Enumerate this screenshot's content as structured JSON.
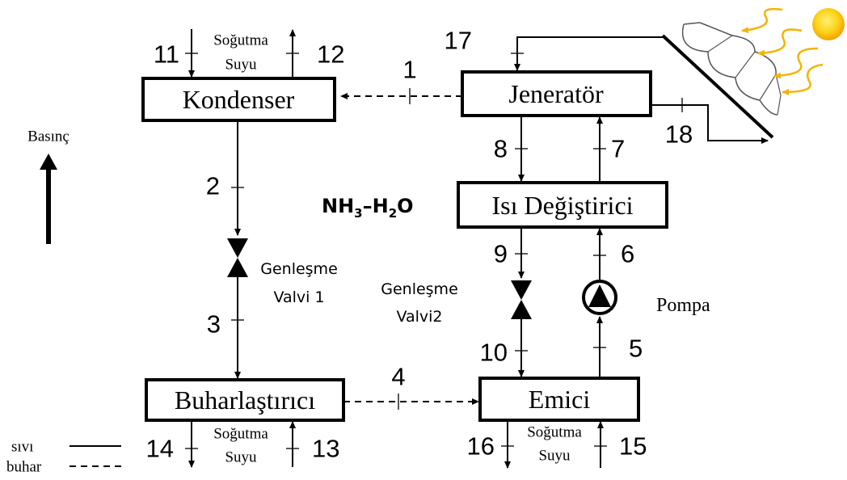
{
  "components": {
    "kondenser": "Kondenser",
    "jenerator": "Jeneratör",
    "isi_degistirici": "Isı Değiştirici",
    "buharlastirici": "Buharlaştırıcı",
    "emici": "Emici"
  },
  "streams": {
    "s1": "1",
    "s2": "2",
    "s3": "3",
    "s4": "4",
    "s5": "5",
    "s6": "6",
    "s7": "7",
    "s8": "8",
    "s9": "9",
    "s10": "10",
    "s11": "11",
    "s12": "12",
    "s13": "13",
    "s14": "14",
    "s15": "15",
    "s16": "16",
    "s17": "17",
    "s18": "18"
  },
  "cooling_water": {
    "line1": "Soğutma",
    "line2": "Suyu"
  },
  "valve1": {
    "line1": "Genleşme",
    "line2": "Valvi 1"
  },
  "valve2": {
    "line1": "Genleşme",
    "line2": "Valvi2"
  },
  "pump_label": "Pompa",
  "pressure_label": "Basınç",
  "fluid": {
    "nh": "NH",
    "sub3": "3",
    "dash": "–H",
    "sub2": "2",
    "o": "O"
  },
  "legend": {
    "liquid": "sıvı",
    "vapor": "buhar"
  },
  "colors": {
    "line": "#000000",
    "sun": "#f4b400",
    "sun_core": "#fcd116"
  }
}
